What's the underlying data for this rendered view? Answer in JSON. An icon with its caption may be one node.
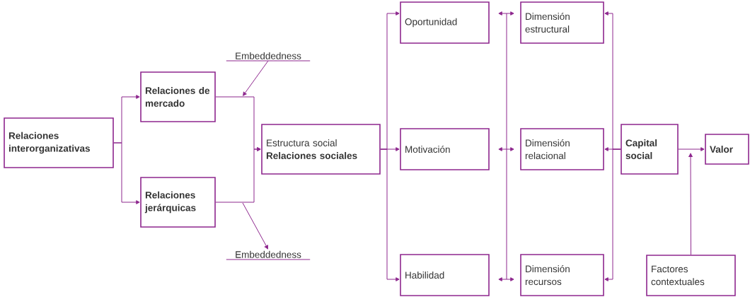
{
  "diagram": {
    "nodes": [
      {
        "text": [
          "Relaciones interorganizativas"
        ]
      },
      {
        "text": [
          "Relaciones de mercado"
        ]
      },
      {
        "text": [
          "Relaciones jerárquicas"
        ]
      },
      {
        "text": [
          "Embeddedness"
        ]
      },
      {
        "text": [
          "Embeddedness"
        ]
      },
      {
        "text": [
          "Estructura social",
          "Relaciones sociales"
        ]
      },
      {
        "text": [
          "Oportunidad"
        ]
      },
      {
        "text": [
          "Motivación"
        ]
      },
      {
        "text": [
          "Habilidad"
        ]
      },
      {
        "text": [
          "Dimensión estructural"
        ]
      },
      {
        "text": [
          "Dimensión relacional"
        ]
      },
      {
        "text": [
          "Dimensión recursos"
        ]
      },
      {
        "text": [
          "Capital social"
        ]
      },
      {
        "text": [
          "Valor"
        ]
      },
      {
        "text": [
          "Factores contextuales"
        ]
      }
    ],
    "edges": [
      {
        "from": 0,
        "to": 1,
        "arrow": "to"
      },
      {
        "from": 0,
        "to": 2,
        "arrow": "to"
      },
      {
        "from": 1,
        "to": 5,
        "arrow": "to"
      },
      {
        "from": 2,
        "to": 5,
        "arrow": "to"
      },
      {
        "from": 3,
        "to": null,
        "arrow": "to"
      },
      {
        "from": null,
        "to": 4,
        "arrow": "to"
      },
      {
        "from": 5,
        "to": 6,
        "arrow": "to"
      },
      {
        "from": 5,
        "to": 7,
        "arrow": "to"
      },
      {
        "from": 5,
        "to": 8,
        "arrow": "to"
      },
      {
        "from": 6,
        "to": 9,
        "arrow": "both"
      },
      {
        "from": 7,
        "to": 10,
        "arrow": "both"
      },
      {
        "from": 8,
        "to": 11,
        "arrow": "both"
      },
      {
        "from": 12,
        "to": 9,
        "arrow": "to"
      },
      {
        "from": 12,
        "to": 10,
        "arrow": "to"
      },
      {
        "from": 12,
        "to": 11,
        "arrow": "to"
      },
      {
        "from": 12,
        "to": 13,
        "arrow": "to"
      },
      {
        "from": 14,
        "to": null,
        "arrow": "to"
      }
    ]
  }
}
